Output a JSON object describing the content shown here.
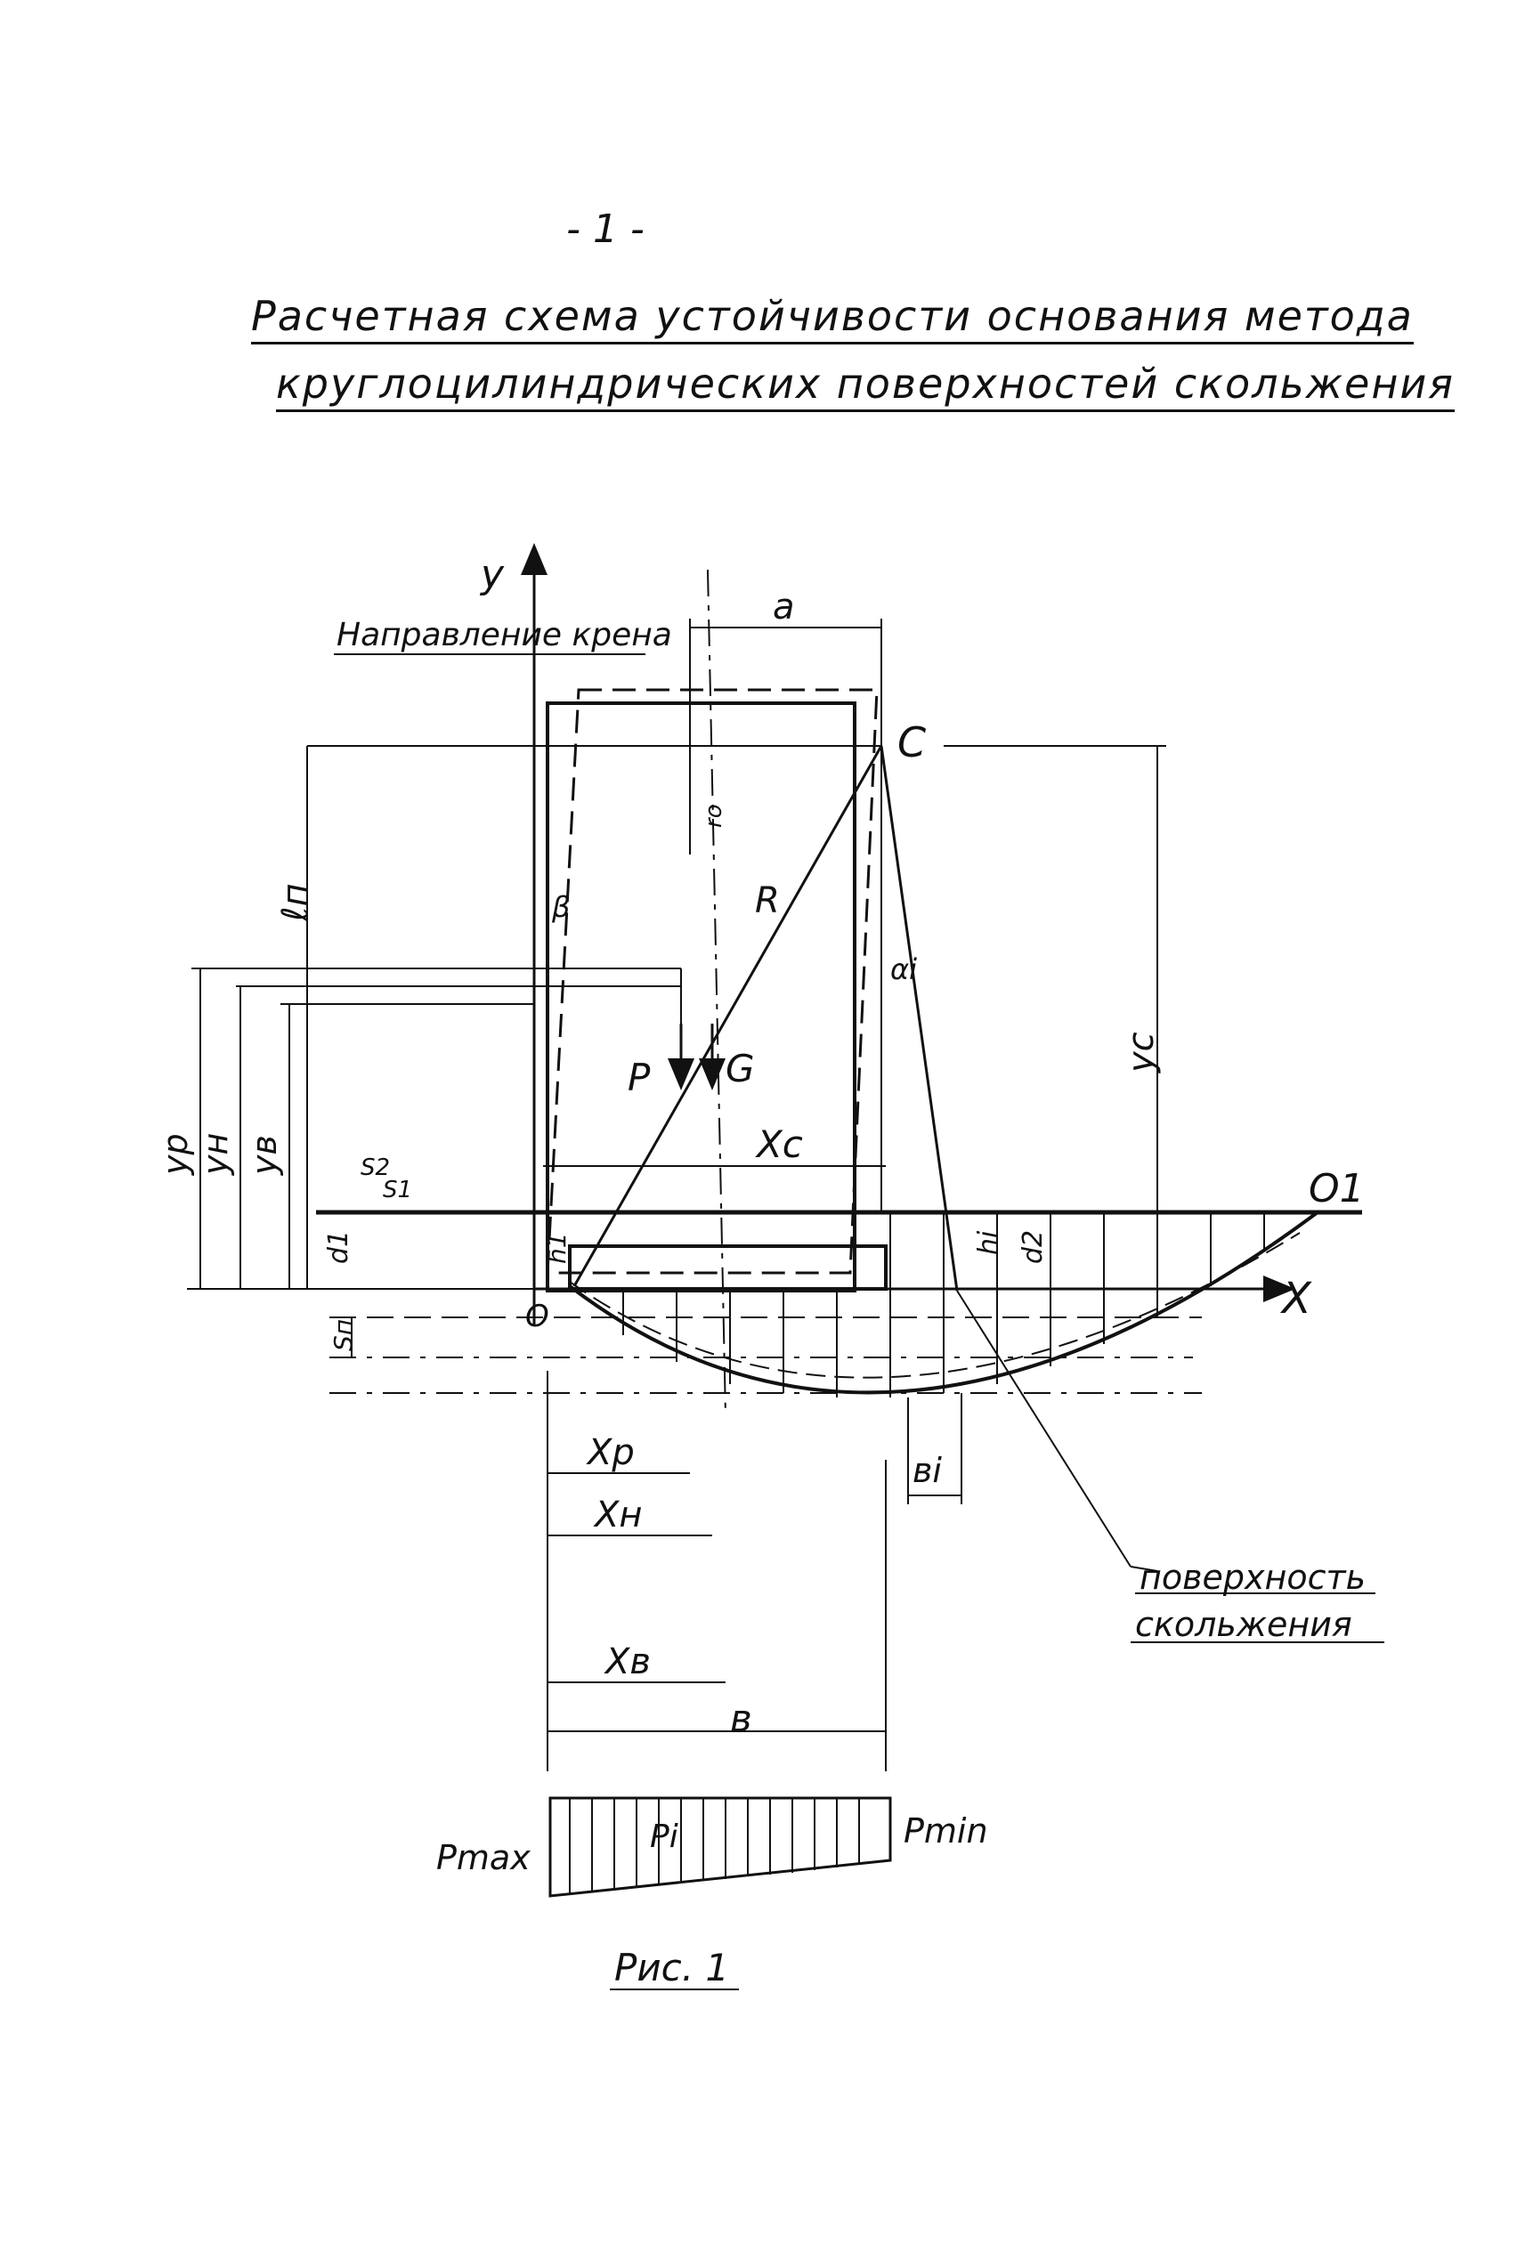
{
  "page": {
    "page_number": "- 1 -",
    "title_line1": "Расчетная схема устойчивости основания метода",
    "title_line2": "круглоцилиндрических поверхностей скольжения"
  },
  "diagram": {
    "axis_y": "y",
    "axis_x": "X",
    "heel_direction": "Направление крена",
    "dim_a": "a",
    "point_c": "C",
    "point_o1": "O1",
    "point_o": "O",
    "label_ln": "ℓп",
    "label_r": "R",
    "label_beta": "β",
    "label_alpha_i": "αi",
    "label_yc": "yc",
    "label_yp": "yр",
    "label_yn": "yн",
    "label_yb": "yв",
    "label_p": "P",
    "label_g": "G",
    "label_xc": "Xc",
    "label_xp": "Xр",
    "label_xn": "Xн",
    "label_xb": "Xв",
    "label_b": "в",
    "label_bi": "вi",
    "label_sn": "Sп",
    "label_hi": "hi",
    "label_h1": "h1",
    "label_s1": "S1",
    "label_s2": "S2",
    "label_d1": "d1",
    "label_d2": "d2",
    "label_ro": "ro",
    "slip_surface_line1": "поверхность",
    "slip_surface_line2": "скольжения",
    "label_pmax": "Pmax",
    "label_pmin": "Pmin",
    "label_pi": "Pi",
    "figure_caption": "Рис. 1"
  }
}
